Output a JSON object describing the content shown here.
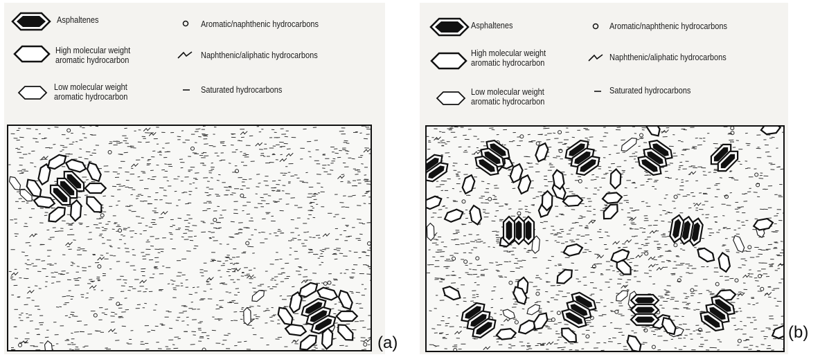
{
  "legend": {
    "asphaltenes": "Asphaltenes",
    "high_mw_line1": "High molecular weight",
    "high_mw_line2": "aromatic hydrocarbon",
    "low_mw_line1": "Low molecular weight",
    "low_mw_line2": "aromatic hydrocarbon",
    "aromatic_naphthenic": "Aromatic/naphthenic hydrocarbons",
    "naphthenic_aliphatic": "Naphthenic/aliphatic hydrocarbons",
    "saturated": "Saturated hydrocarbons"
  },
  "panels": {
    "a": {
      "label": "(a)"
    },
    "b": {
      "label": "(b)"
    }
  }
}
